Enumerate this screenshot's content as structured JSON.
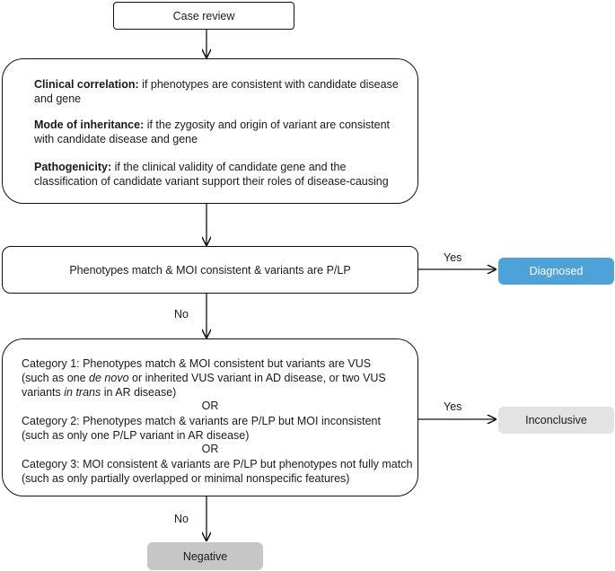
{
  "colors": {
    "diagnosed": "#4da3d8",
    "inconclusive": "#e3e3e3",
    "negative": "#c6c6c6",
    "stroke": "#111111"
  },
  "case_review": "Case review",
  "criteria": {
    "clinical_label": "Clinical correlation:",
    "clinical_text_1": " if phenotypes are consistent with candidate disease",
    "clinical_text_2": "and gene",
    "moi_label": "Mode of inheritance:",
    "moi_text_1": " if the zygosity and origin of variant are consistent",
    "moi_text_2": "with candidate disease and gene",
    "path_label": "Pathogenicity:",
    "path_text_1": " if the clinical validity of candidate gene and the",
    "path_text_2": "classification of candidate variant support their roles of disease-causing"
  },
  "match_box": "Phenotypes match & MOI consistent & variants are P/LP",
  "yes_label": "Yes",
  "no_label": "No",
  "diagnosed": "Diagnosed",
  "categories": {
    "cat1_line1": "Category 1: Phenotypes match & MOI consistent but variants are VUS",
    "cat1_line2_a": "(such as one ",
    "cat1_line2_italic": "de novo",
    "cat1_line2_b": " or inherited VUS variant in AD disease, or two VUS",
    "cat1_line3_a": "variants ",
    "cat1_line3_italic": "in trans",
    "cat1_line3_b": " in AR disease)",
    "or_1": "OR",
    "cat2_line1": "Category 2: Phenotypes match & variants are P/LP but MOI inconsistent",
    "cat2_line2": "(such as only one P/LP variant in AR disease)",
    "or_2": "OR",
    "cat3_line1": "Category 3: MOI consistent & variants are P/LP but phenotypes not fully match",
    "cat3_line2": "(such as only partially overlapped or minimal nonspecific features)"
  },
  "inconclusive": "Inconclusive",
  "negative": "Negative"
}
